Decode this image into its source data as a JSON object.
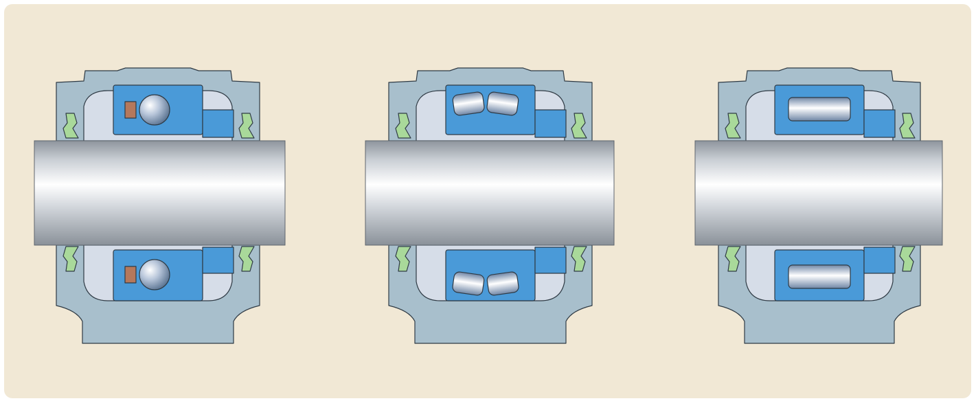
{
  "figure": {
    "panel_color": "#f1e8d5",
    "housing_color": "#a8bfcc",
    "housing_light": "#d6dde8",
    "bearing_color": "#4a9ad8",
    "seal_color": "#a9d99a",
    "shaft_color": "#a6acb3",
    "cage_color": "#b5785c",
    "outline_color": "#2f3a44",
    "items": [
      {
        "id": "ball-bearing-unit",
        "bearing_type": "ball"
      },
      {
        "id": "spherical-roller-bearing-unit",
        "bearing_type": "spherical-roller"
      },
      {
        "id": "cylindrical-roller-bearing-unit",
        "bearing_type": "cylindrical-roller"
      }
    ]
  }
}
